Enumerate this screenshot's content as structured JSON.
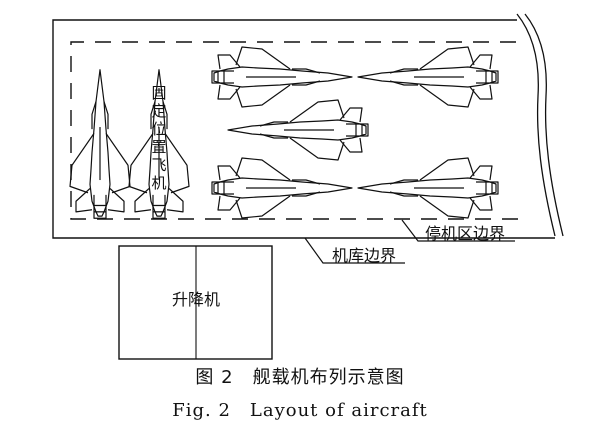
{
  "diagram": {
    "fixed_aircraft_label": "固定位置飞机",
    "hangar_boundary_label": "机库边界",
    "parking_boundary_label": "停机区边界",
    "elevator_label": "升降机"
  },
  "caption": {
    "cn": "图 2　舰载机布列示意图",
    "en": "Fig. 2　Layout of aircraft"
  }
}
